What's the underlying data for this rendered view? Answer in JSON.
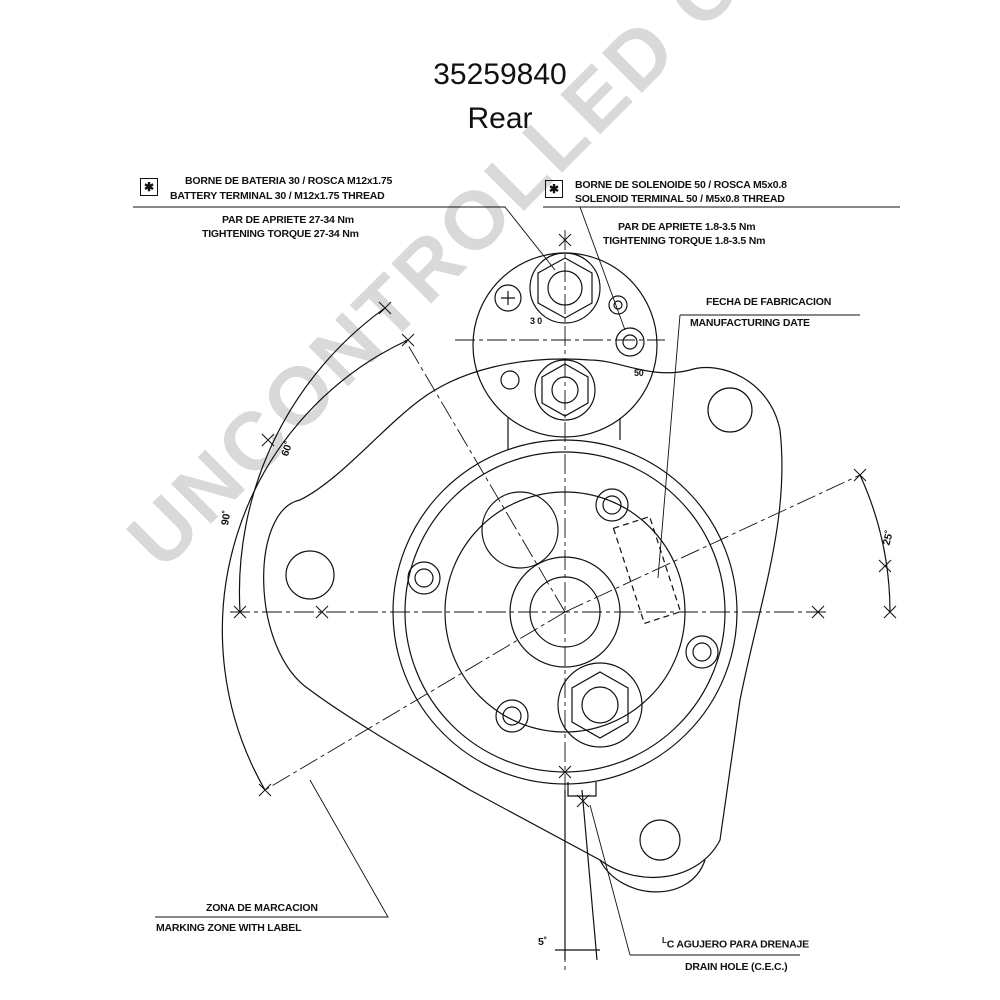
{
  "header": {
    "part_number": "35259840",
    "view": "Rear"
  },
  "labels": {
    "battery_es": "BORNE DE BATERIA 30 / ROSCA M12x1.75",
    "battery_en": "BATTERY TERMINAL 30 / M12x1.75 THREAD",
    "battery_torque_es": "PAR DE APRIETE 27-34 Nm",
    "battery_torque_en": "TIGHTENING TORQUE 27-34 Nm",
    "solenoid_es": "BORNE DE SOLENOIDE 50 / ROSCA M5x0.8",
    "solenoid_en": "SOLENOID TERMINAL 50 / M5x0.8 THREAD",
    "solenoid_torque_es": "PAR DE APRIETE 1.8-3.5 Nm",
    "solenoid_torque_en": "TIGHTENING TORQUE 1.8-3.5 Nm",
    "mfg_es": "FECHA DE FABRICACION",
    "mfg_en": "MANUFACTURING DATE",
    "marking_es": "ZONA DE MARCACION",
    "marking_en": "MARKING ZONE WITH LABEL",
    "drain_es": "AGUJERO PARA DRENAJE",
    "drain_cl": "C",
    "drain_en": "DRAIN HOLE (C.E.C.)",
    "star_symbol": "✱",
    "terminal_30": "3 0",
    "terminal_50": "50"
  },
  "dimensions": {
    "angle_90": "90˚",
    "angle_60": "60˚",
    "angle_25": "25˚",
    "angle_5": "5˚"
  },
  "watermark": "UNCONTROLLED COPY"
}
